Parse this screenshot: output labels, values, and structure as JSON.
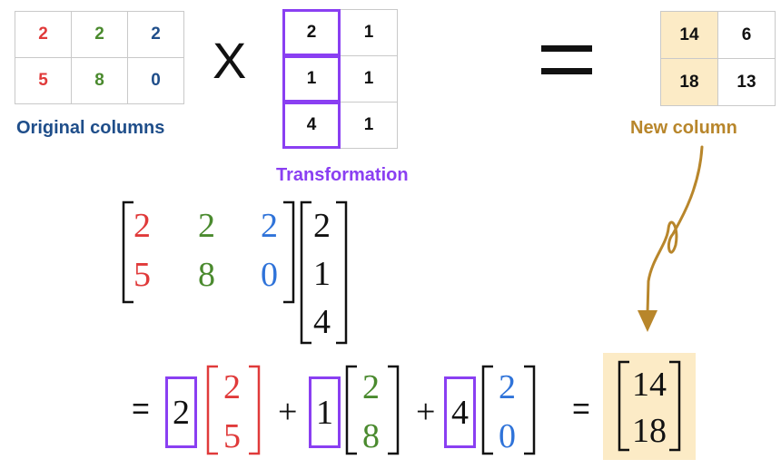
{
  "colors": {
    "red": "#e03a3a",
    "green": "#4a8a2e",
    "blue": "#2f73d9",
    "dark_blue": "#1f4e8a",
    "purple": "#8a3ff2",
    "gold": "#b8862b",
    "highlight": "#fcebc6",
    "black": "#111111"
  },
  "original": {
    "rows": [
      [
        "2",
        "2",
        "2"
      ],
      [
        "5",
        "8",
        "0"
      ]
    ],
    "caption": "Original columns"
  },
  "operators": {
    "times": "X",
    "equals": "=",
    "plus": "+"
  },
  "transformation": {
    "rows": [
      [
        "2",
        "1"
      ],
      [
        "1",
        "1"
      ],
      [
        "4",
        "1"
      ]
    ],
    "caption": "Transformation"
  },
  "result": {
    "rows": [
      [
        "14",
        "6"
      ],
      [
        "18",
        "13"
      ]
    ],
    "caption": "New column"
  },
  "matrix_product": {
    "left_rows": [
      [
        "2",
        "2",
        "2"
      ],
      [
        "5",
        "8",
        "0"
      ]
    ],
    "right_col": [
      "2",
      "1",
      "4"
    ]
  },
  "expansion": {
    "terms": [
      {
        "scalar": "2",
        "vector": [
          "2",
          "5"
        ]
      },
      {
        "scalar": "1",
        "vector": [
          "2",
          "8"
        ]
      },
      {
        "scalar": "4",
        "vector": [
          "2",
          "0"
        ]
      }
    ],
    "result_vector": [
      "14",
      "18"
    ]
  }
}
